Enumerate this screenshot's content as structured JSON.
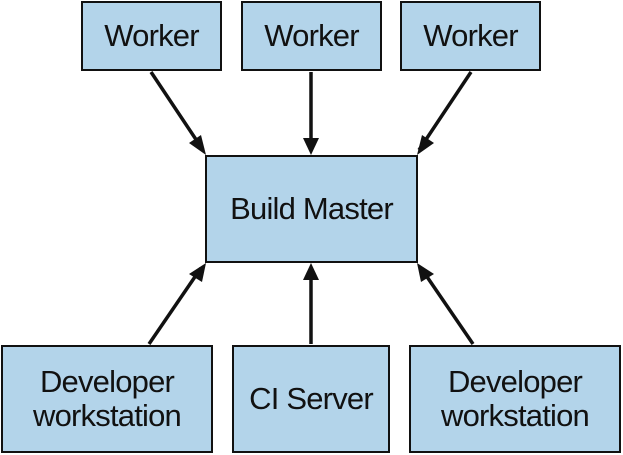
{
  "colors": {
    "box_fill": "#b3d4ea",
    "stroke": "#111111",
    "background": "#ffffff"
  },
  "nodes": {
    "worker_1": "Worker",
    "worker_2": "Worker",
    "worker_3": "Worker",
    "build_master": "Build Master",
    "developer_1": {
      "line1": "Developer",
      "line2": "workstation"
    },
    "ci_server": "CI Server",
    "developer_2": {
      "line1": "Developer",
      "line2": "workstation"
    }
  },
  "edges": [
    {
      "from": "worker_1",
      "to": "build_master"
    },
    {
      "from": "worker_2",
      "to": "build_master"
    },
    {
      "from": "worker_3",
      "to": "build_master"
    },
    {
      "from": "developer_1",
      "to": "build_master"
    },
    {
      "from": "ci_server",
      "to": "build_master"
    },
    {
      "from": "developer_2",
      "to": "build_master"
    }
  ]
}
